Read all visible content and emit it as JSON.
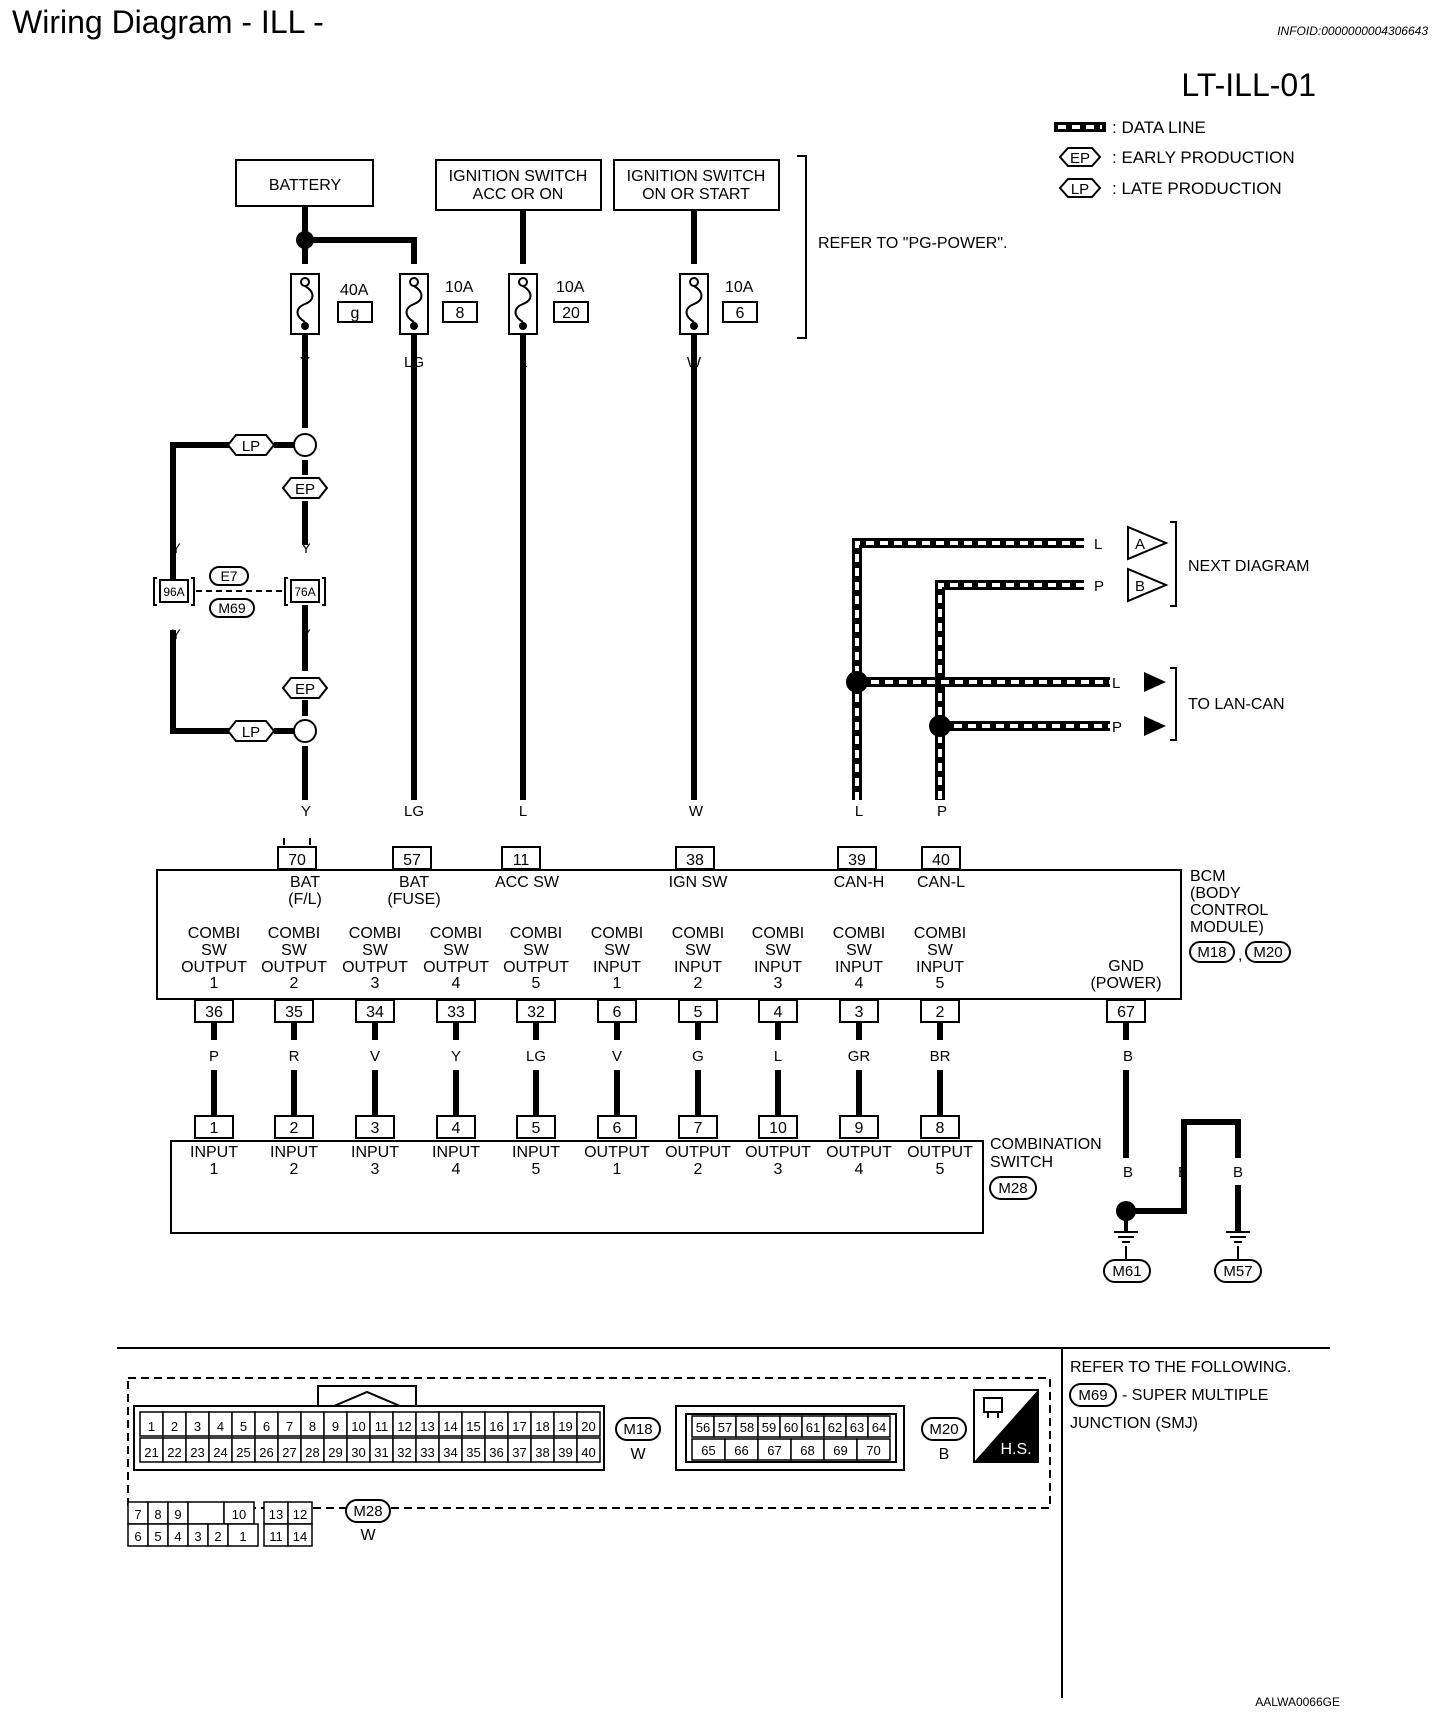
{
  "header": {
    "title": "Wiring Diagram - ILL -",
    "info_id": "INFOID:0000000004306643",
    "diagram_code": "LT-ILL-01",
    "figure_code": "AALWA0066GE"
  },
  "legend": {
    "data_line": ": DATA LINE",
    "ep_tag": "EP",
    "ep_label": ": EARLY PRODUCTION",
    "lp_tag": "LP",
    "lp_label": ": LATE PRODUCTION"
  },
  "power_sources": {
    "battery": "BATTERY",
    "ign_acc_l1": "IGNITION SWITCH",
    "ign_acc_l2": "ACC OR ON",
    "ign_on_l1": "IGNITION SWITCH",
    "ign_on_l2": "ON OR START",
    "refer": "REFER TO \"PG-POWER\"."
  },
  "fuses": [
    {
      "amp": "40A",
      "num": "g",
      "wire": "Y"
    },
    {
      "amp": "10A",
      "num": "8",
      "wire": "LG"
    },
    {
      "amp": "10A",
      "num": "20",
      "wire": "L"
    },
    {
      "amp": "10A",
      "num": "6",
      "wire": "W"
    }
  ],
  "splice": {
    "wire_y": "Y",
    "lp": "LP",
    "ep": "EP",
    "conn_left": "96A",
    "conn_right": "76A",
    "e7": "E7",
    "m69": "M69"
  },
  "can": {
    "wire_l": "L",
    "wire_p": "P",
    "next_a": "A",
    "next_b": "B",
    "next_label": "NEXT DIAGRAM",
    "lan_label": "TO LAN-CAN"
  },
  "bcm": {
    "title_lines": [
      "BCM",
      "(BODY",
      "CONTROL",
      "MODULE)"
    ],
    "conn1": "M18",
    "sep": ",",
    "conn2": "M20",
    "top_pins": [
      {
        "pin": "70",
        "wire": "Y",
        "l1": "BAT",
        "l2": "(F/L)"
      },
      {
        "pin": "57",
        "wire": "LG",
        "l1": "BAT",
        "l2": "(FUSE)"
      },
      {
        "pin": "11",
        "wire": "L",
        "l1": "ACC SW",
        "l2": ""
      },
      {
        "pin": "38",
        "wire": "W",
        "l1": "IGN SW",
        "l2": ""
      },
      {
        "pin": "39",
        "wire": "L",
        "l1": "CAN-H",
        "l2": ""
      },
      {
        "pin": "40",
        "wire": "P",
        "l1": "CAN-L",
        "l2": ""
      }
    ],
    "bottom_pins": [
      {
        "pin": "36",
        "wire": "P",
        "l1": "COMBI",
        "l2": "SW",
        "l3": "OUTPUT",
        "l4": "1"
      },
      {
        "pin": "35",
        "wire": "R",
        "l1": "COMBI",
        "l2": "SW",
        "l3": "OUTPUT",
        "l4": "2"
      },
      {
        "pin": "34",
        "wire": "V",
        "l1": "COMBI",
        "l2": "SW",
        "l3": "OUTPUT",
        "l4": "3"
      },
      {
        "pin": "33",
        "wire": "Y",
        "l1": "COMBI",
        "l2": "SW",
        "l3": "OUTPUT",
        "l4": "4"
      },
      {
        "pin": "32",
        "wire": "LG",
        "l1": "COMBI",
        "l2": "SW",
        "l3": "OUTPUT",
        "l4": "5"
      },
      {
        "pin": "6",
        "wire": "V",
        "l1": "COMBI",
        "l2": "SW",
        "l3": "INPUT",
        "l4": "1"
      },
      {
        "pin": "5",
        "wire": "G",
        "l1": "COMBI",
        "l2": "SW",
        "l3": "INPUT",
        "l4": "2"
      },
      {
        "pin": "4",
        "wire": "L",
        "l1": "COMBI",
        "l2": "SW",
        "l3": "INPUT",
        "l4": "3"
      },
      {
        "pin": "3",
        "wire": "GR",
        "l1": "COMBI",
        "l2": "SW",
        "l3": "INPUT",
        "l4": "4"
      },
      {
        "pin": "2",
        "wire": "BR",
        "l1": "COMBI",
        "l2": "SW",
        "l3": "INPUT",
        "l4": "5"
      }
    ],
    "gnd_pin": "67",
    "gnd_l1": "GND",
    "gnd_l2": "(POWER)"
  },
  "combi_switch": {
    "title_l1": "COMBINATION",
    "title_l2": "SWITCH",
    "conn": "M28",
    "pins": [
      {
        "pin": "1",
        "l1": "INPUT",
        "l2": "1"
      },
      {
        "pin": "2",
        "l1": "INPUT",
        "l2": "2"
      },
      {
        "pin": "3",
        "l1": "INPUT",
        "l2": "3"
      },
      {
        "pin": "4",
        "l1": "INPUT",
        "l2": "4"
      },
      {
        "pin": "5",
        "l1": "INPUT",
        "l2": "5"
      },
      {
        "pin": "6",
        "l1": "OUTPUT",
        "l2": "1"
      },
      {
        "pin": "7",
        "l1": "OUTPUT",
        "l2": "2"
      },
      {
        "pin": "10",
        "l1": "OUTPUT",
        "l2": "3"
      },
      {
        "pin": "9",
        "l1": "OUTPUT",
        "l2": "4"
      },
      {
        "pin": "8",
        "l1": "OUTPUT",
        "l2": "5"
      }
    ]
  },
  "ground": {
    "wire": "B",
    "g1": "M61",
    "g2": "M57"
  },
  "connectors": {
    "m18_row1": [
      "1",
      "2",
      "3",
      "4",
      "5",
      "6",
      "7",
      "8",
      "9",
      "10",
      "11",
      "12",
      "13",
      "14",
      "15",
      "16",
      "17",
      "18",
      "19",
      "20"
    ],
    "m18_row2": [
      "21",
      "22",
      "23",
      "24",
      "25",
      "26",
      "27",
      "28",
      "29",
      "30",
      "31",
      "32",
      "33",
      "34",
      "35",
      "36",
      "37",
      "38",
      "39",
      "40"
    ],
    "m18_name": "M18",
    "m18_color": "W",
    "m20_row1": [
      "56",
      "57",
      "58",
      "59",
      "60",
      "61",
      "62",
      "63",
      "64"
    ],
    "m20_row2": [
      "65",
      "66",
      "67",
      "68",
      "69",
      "70"
    ],
    "m20_name": "M20",
    "m20_color": "B",
    "hs": "H.S.",
    "m28_row1": [
      "7",
      "8",
      "9",
      "",
      "10",
      "13",
      "12"
    ],
    "m28_row2": [
      "6",
      "5",
      "4",
      "3",
      "2",
      "1",
      "11",
      "14"
    ],
    "m28_name": "M28",
    "m28_color": "W"
  },
  "refer_box": {
    "line1": "REFER TO THE FOLLOWING.",
    "tag": "M69",
    "line2": "- SUPER MULTIPLE",
    "line3": "JUNCTION (SMJ)"
  }
}
